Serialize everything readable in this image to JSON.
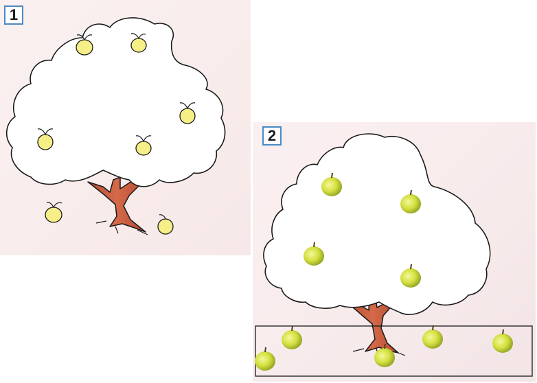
{
  "panels": [
    {
      "number": "1",
      "apples_on_tree": 5,
      "apples_on_ground": 2,
      "style": "drawn"
    },
    {
      "number": "2",
      "apples_on_tree": 4,
      "apples_on_ground": 5,
      "style": "realistic",
      "ground_box": true
    }
  ],
  "colors": {
    "apple_drawn": "#f6ee86",
    "apple_real": "#c8d63a",
    "trunk": "#c9593d",
    "outline": "#1a1a1a",
    "badge_border": "#4a8ac4"
  },
  "icons": [
    "apple-icon",
    "tree-icon"
  ]
}
